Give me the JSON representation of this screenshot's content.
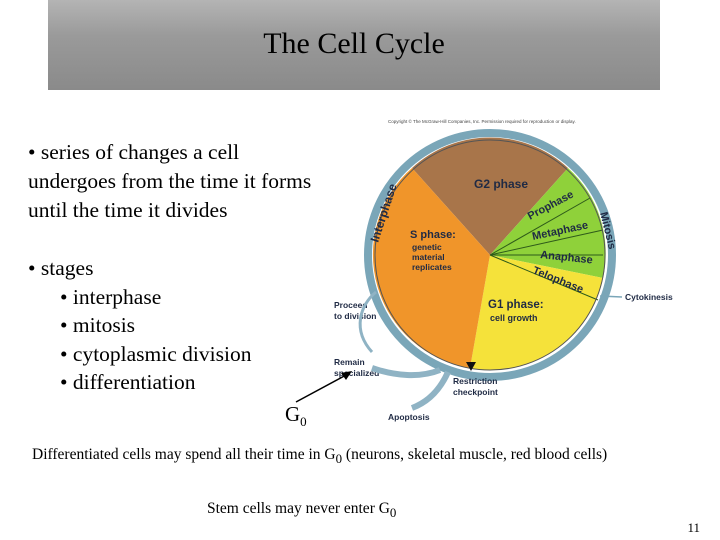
{
  "title": "The Cell Cycle",
  "bullet1": "• series of changes a cell\nundergoes from the time it forms\nuntil the time it divides",
  "bullet2_head": "• stages",
  "stages": [
    "• interphase",
    "• mitosis",
    "• cytoplasmic division",
    "• differentiation"
  ],
  "g0": {
    "base": "G",
    "sub": "0"
  },
  "footnote1": {
    "text_before": "Differentiated cells may spend all their time in G",
    "sub": "0",
    "text_after": " (neurons, skeletal muscle, red blood cells)"
  },
  "footnote2": {
    "text": "Stem cells may never enter G",
    "sub": "0"
  },
  "page_number": "11",
  "diagram": {
    "copyright": "Copyright © The McGraw-Hill Companies, Inc. Permission required for reproduction or display.",
    "interphase": "Interphase",
    "mitosis": "Mitosis",
    "g2": "G2 phase",
    "s_phase": "S phase:",
    "s_desc": [
      "genetic",
      "material",
      "replicates"
    ],
    "prophase": "Prophase",
    "metaphase": "Metaphase",
    "anaphase": "Anaphase",
    "telophase": "Telophase",
    "g1": "G1 phase:",
    "g1_desc": "cell growth",
    "cytokinesis": "Cytokinesis",
    "proceed": [
      "Proceed",
      "to division"
    ],
    "remain": [
      "Remain",
      "specialized"
    ],
    "restriction": [
      "Restriction",
      "checkpoint"
    ],
    "apoptosis": "Apoptosis",
    "colors": {
      "g2": "#a8754a",
      "s": "#f0952a",
      "g1": "#f5e23a",
      "mitosis": "#8fd13a",
      "ring": "#7aa6b8"
    }
  }
}
